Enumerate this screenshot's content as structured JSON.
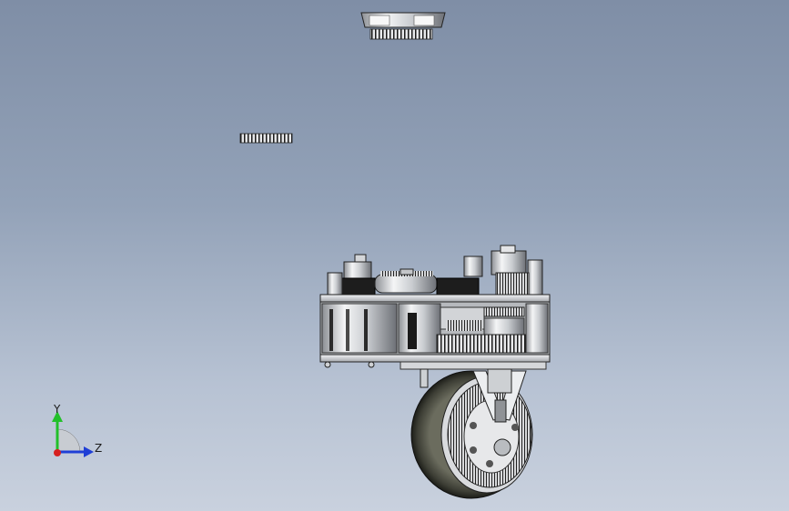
{
  "viewport": {
    "background_top": "#7f8ea6",
    "background_bottom": "#c9d1de"
  },
  "triad": {
    "y_label": "Y",
    "z_label": "Z",
    "y_color": "#22c02a",
    "z_color": "#1f3fd6",
    "x_color": "#d62020"
  },
  "model": {
    "name": "drive-wheel-gearbox-assembly",
    "exploded_parts": [
      "floating-gear-top",
      "floating-spur-gear"
    ]
  }
}
